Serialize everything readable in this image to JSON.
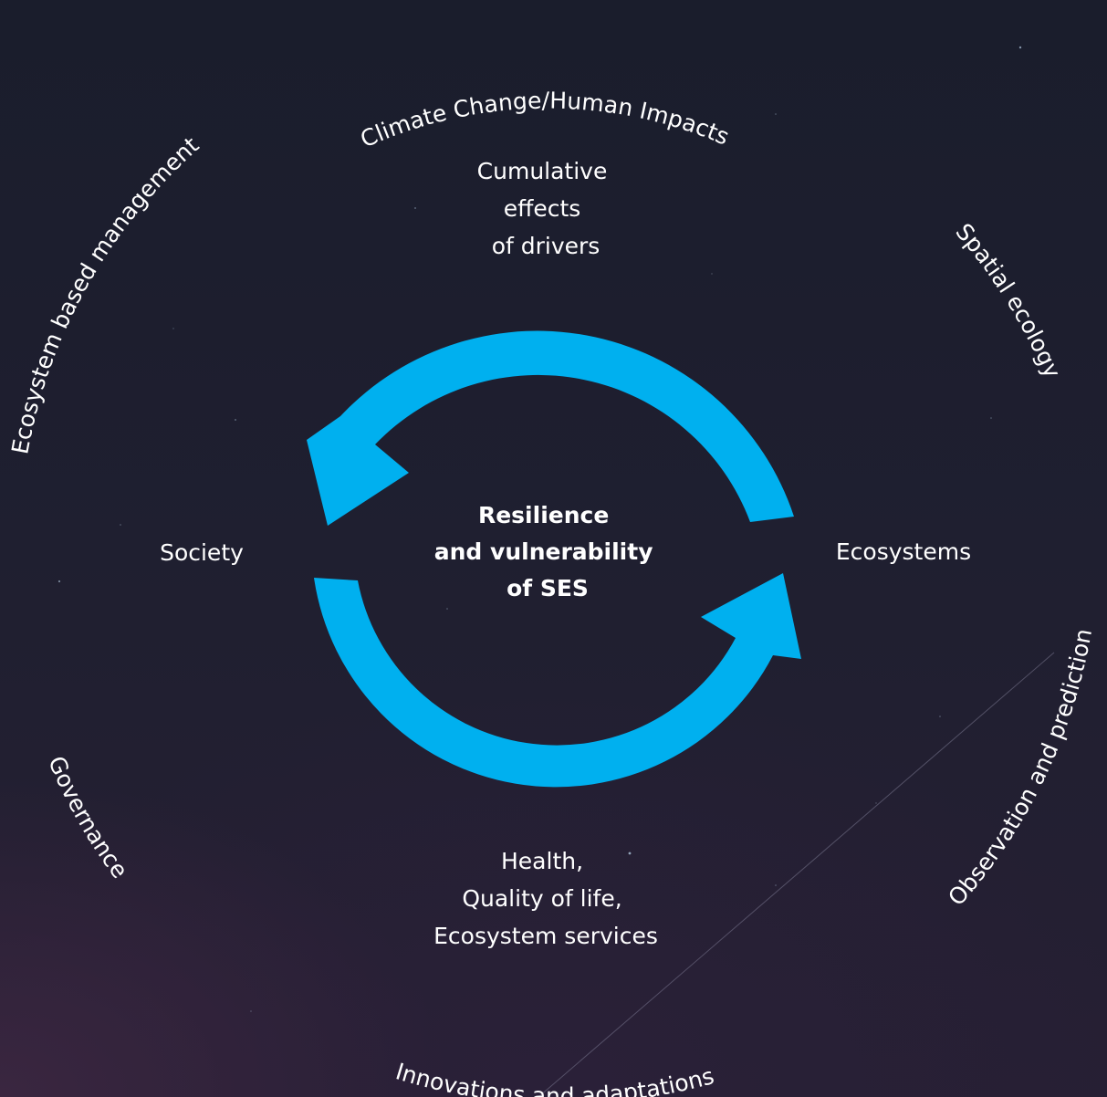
{
  "center": {
    "lines": [
      "Resilience",
      "and vulnerability",
      "of SES"
    ]
  },
  "nodes": {
    "top": [
      "Cumulative",
      "effects",
      "of drivers"
    ],
    "left": "Society",
    "right": "Ecosystems",
    "bottom": [
      "Health,",
      "Quality of life,",
      "Ecosystem services"
    ]
  },
  "outer_labels": {
    "top": "Climate Change/Human Impacts",
    "upper_left": "Ecosystem based management",
    "upper_right": "Spatial ecology",
    "lower_left": "Governance",
    "lower_right": "Observation and prediction",
    "bottom": "Innovations and adaptations"
  },
  "colors": {
    "arrow": "#00b0ef",
    "text": "#ffffff"
  }
}
